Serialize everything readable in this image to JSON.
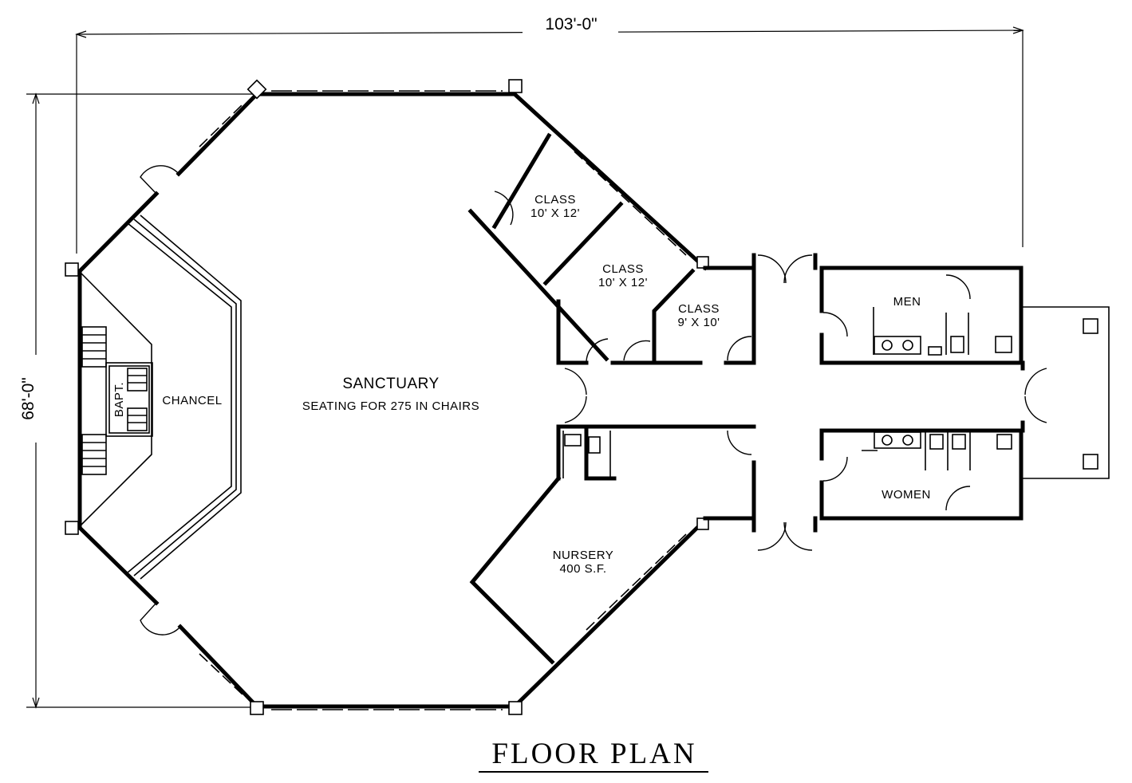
{
  "title": "FLOOR PLAN",
  "dimensions": {
    "width": "103'-0\"",
    "depth": "68'-0\""
  },
  "rooms": {
    "sanctuary": {
      "name": "SANCTUARY",
      "note": "SEATING FOR 275 IN CHAIRS"
    },
    "chancel": {
      "name": "CHANCEL"
    },
    "baptistry": {
      "name": "BAPT."
    },
    "class1": {
      "name": "CLASS",
      "size": "10' X 12'"
    },
    "class2": {
      "name": "CLASS",
      "size": "10' X 12'"
    },
    "class3": {
      "name": "CLASS",
      "size": "9' X 10'"
    },
    "nursery": {
      "name": "NURSERY",
      "size": "400 S.F."
    },
    "men": {
      "name": "MEN"
    },
    "women": {
      "name": "WOMEN"
    }
  }
}
